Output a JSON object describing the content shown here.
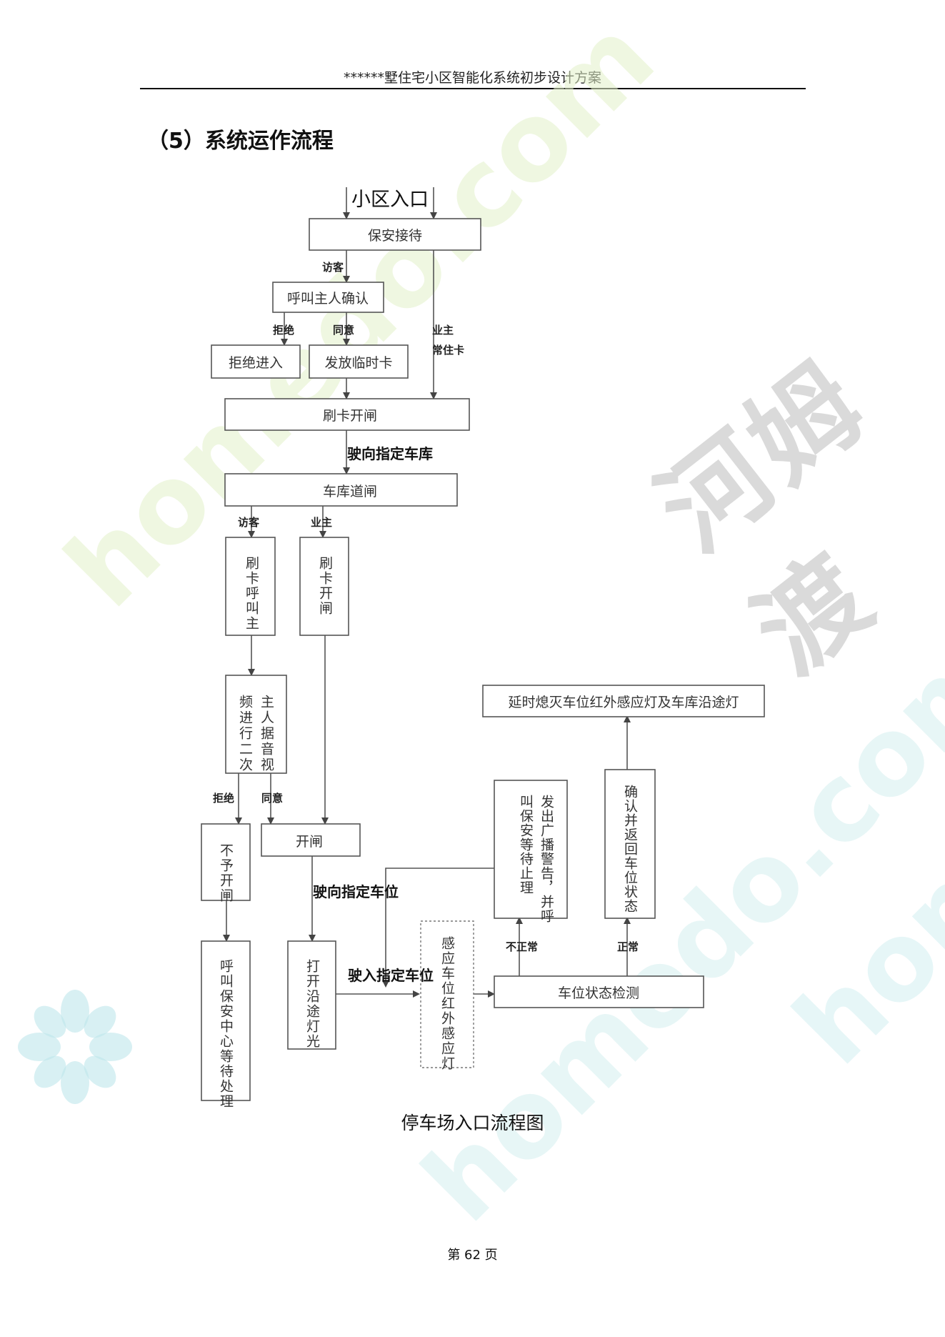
{
  "header": {
    "title": "******墅住宅小区智能化系统初步设计方案"
  },
  "section": {
    "title": "（5）系统运作流程"
  },
  "watermarks": {
    "latin": "homedo.com",
    "chinese": "河姆渡"
  },
  "flowchart": {
    "entry": "小区入口",
    "nodes": {
      "security_reception": "保安接待",
      "call_owner_confirm": "呼叫主人确认",
      "refuse_entry": "拒绝进入",
      "issue_temp_card": "发放临时卡",
      "swipe_open_gate": "刷卡开闸",
      "garage_gate": "车库道闸",
      "swipe_call_owner": "刷卡呼叫主",
      "swipe_open": "刷卡开闸",
      "owner_video_confirm": [
        "主人据音视",
        "频进行二次"
      ],
      "no_open": "不予开闸",
      "open_gate": "开闸",
      "call_security_center": "呼叫保安中心等待处理",
      "turn_on_lights": "打开沿途灯光",
      "infrared_light": "感应车位红外感应灯",
      "space_detect": "车位状态检测",
      "broadcast_warning": [
        "发出广播警告，并呼",
        "叫保安等待止理"
      ],
      "confirm_return": "确认并返回车位状态",
      "delay_off": "延时熄灭车位红外感应灯及车库沿途灯"
    },
    "labels": {
      "visitor": "访客",
      "refuse": "拒绝",
      "agree": "同意",
      "owner": "业主",
      "resident_card": "常住卡",
      "drive_to_garage": "驶向指定车库",
      "visitor2": "访客",
      "owner2": "业主",
      "refuse2": "拒绝",
      "agree2": "同意",
      "drive_to_space": "驶向指定车位",
      "enter_space": "驶入指定车位",
      "abnormal": "不正常",
      "normal": "正常"
    }
  },
  "caption": "停车场入口流程图",
  "footer": {
    "page": "第 62 页"
  }
}
